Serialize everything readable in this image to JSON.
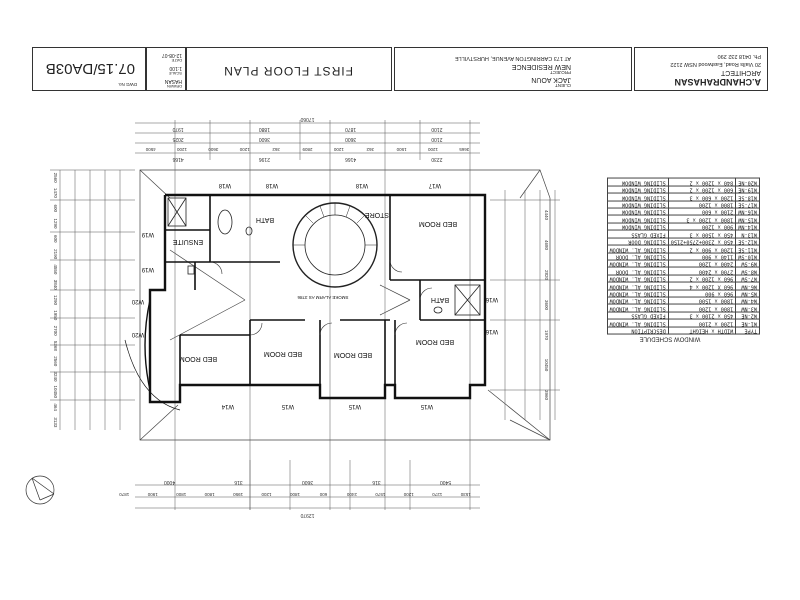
{
  "title_block": {
    "architect": {
      "name": "A.CHANDRAHASAN",
      "role": "ARCHITECT",
      "address": "20 Vialls Road, Eastwood NSW 2122",
      "phone": "Ph. 0418 232 290"
    },
    "client_label": "CLIENT",
    "client": "JACK AOUN",
    "project_label": "PROJECT",
    "project": "NEW RESIDENCE",
    "site": "AT 173 CARRINGTON AVENUE, HURSTVILLE",
    "drawing_title": "FIRST FLOOR PLAN",
    "drawn_label": "DRAWN",
    "drawn": "HASAN",
    "scale_label": "SCALE",
    "scale": "1:100",
    "date_label": "DATE",
    "date": "12-08-07",
    "dwg_label": "DWG No.",
    "dwg_no": "07.15/DA03B"
  },
  "window_schedule": {
    "title": "WINDOW SCHEDULE",
    "headers": [
      "TYPE",
      "WIDTH x HEIGHT",
      "DESCRIPTION"
    ],
    "rows": [
      [
        "W1-NE",
        "1200 x 2100",
        "SLIDING AL. WINDOW"
      ],
      [
        "W2-NE",
        "450 x 2100 x 3",
        "FIXED GLASS"
      ],
      [
        "W3-NW",
        "1800 x 1200",
        "SLIDING AL. WINDOW"
      ],
      [
        "W4-NW",
        "1800 x 1500",
        "SLIDING AL. WINDOW"
      ],
      [
        "W5-NW",
        "960 x 900",
        "SLIDING AL. WINDOW"
      ],
      [
        "W6-NW",
        "960 X 1200 x 4",
        "SLIDING AL. WINDOW"
      ],
      [
        "W7-SW",
        "960 x 1200 x 2",
        "SLIDING AL. WINDOW"
      ],
      [
        "W8-SW",
        "2700 x 2400",
        "SLIDING AL. DOOR"
      ],
      [
        "W9-SW",
        "2400 x 1200",
        "SLIDING AL. WINDOW"
      ],
      [
        "W10-SW",
        "1140 x 900",
        "SLIDING AL. DOOR"
      ],
      [
        "W11-SE",
        "1200 x 900 x 2",
        "SLIDING AL. WINDOW"
      ],
      [
        "W12-SE",
        "450 x 2300+2750+2150",
        "SLIDING DOOR"
      ],
      [
        "W13-N",
        "450 x 1500 x 3",
        "FIXED GLASS"
      ],
      [
        "W14-NW",
        "900 x 1200",
        "SLIDING WINDOW"
      ],
      [
        "W15-NW",
        "1800 x 1200 x 3",
        "SLIDING WINDOW"
      ],
      [
        "W16-NW",
        "2100 x 600",
        "SLIDING WINDOW"
      ],
      [
        "W17-SE",
        "1800 x 1200",
        "SLIDING WINDOW"
      ],
      [
        "W18-SE",
        "1200 x 600 x 3",
        "SLIDING WINDOW"
      ],
      [
        "W19-NE",
        "600 x 1200 x 2",
        "SLIDING WINDOW"
      ],
      [
        "W20-NE",
        "840 x 1200 x 2",
        "SLIDING WINDOW"
      ]
    ]
  },
  "rooms": {
    "bed1": "BED ROOM",
    "bed2": "BED ROOM",
    "bed3": "BED ROOM",
    "bed4": "BED ROOM",
    "bed5": "BED ROOM",
    "bath1": "BATH",
    "bath2": "BATH",
    "ensuite": "ENSUITE",
    "store": "STORE",
    "smoke_alarm": "SMOKE ALARM AS 3786"
  },
  "windows": {
    "w14": "W14",
    "w15a": "W15",
    "w15b": "W15",
    "w15c": "W15",
    "w16a": "W16",
    "w16b": "W16",
    "w17": "W17",
    "w18a": "W18",
    "w18b": "W18",
    "w18c": "W18",
    "w19a": "W19",
    "w19b": "W19",
    "w20a": "W20",
    "w20b": "W20"
  },
  "dims": {
    "top_total": "17060",
    "top_row1": [
      "2100",
      "1870",
      "1880",
      "1970"
    ],
    "top_row2": [
      "2100",
      "3600",
      "3600",
      "2025"
    ],
    "top_row3": [
      "3665",
      "1200",
      "1500",
      "362",
      "1200",
      "2809",
      "362",
      "1200",
      "3600",
      "1200",
      "4500"
    ],
    "top_row4": [
      "2230",
      "4166",
      "2196",
      "4166"
    ],
    "bottom_total": "12970",
    "bottom_row1": [
      "5400",
      "316",
      "3600",
      "316",
      "4000"
    ],
    "bottom_row2": [
      "1530",
      "1270",
      "1200",
      "1570",
      "2400",
      "600",
      "1800",
      "1200",
      "1950",
      "1800",
      "1800",
      "1900",
      "1870"
    ],
    "left": [
      "2560",
      "1470",
      "600",
      "1290",
      "600",
      "2190",
      "4550",
      "3840",
      "1290",
      "1950",
      "2700",
      "5368",
      "2560",
      "3240",
      "10450",
      "464",
      "3133"
    ],
    "right": [
      "4440",
      "4680",
      "2820",
      "3600",
      "1970",
      "10450",
      "3960"
    ]
  }
}
